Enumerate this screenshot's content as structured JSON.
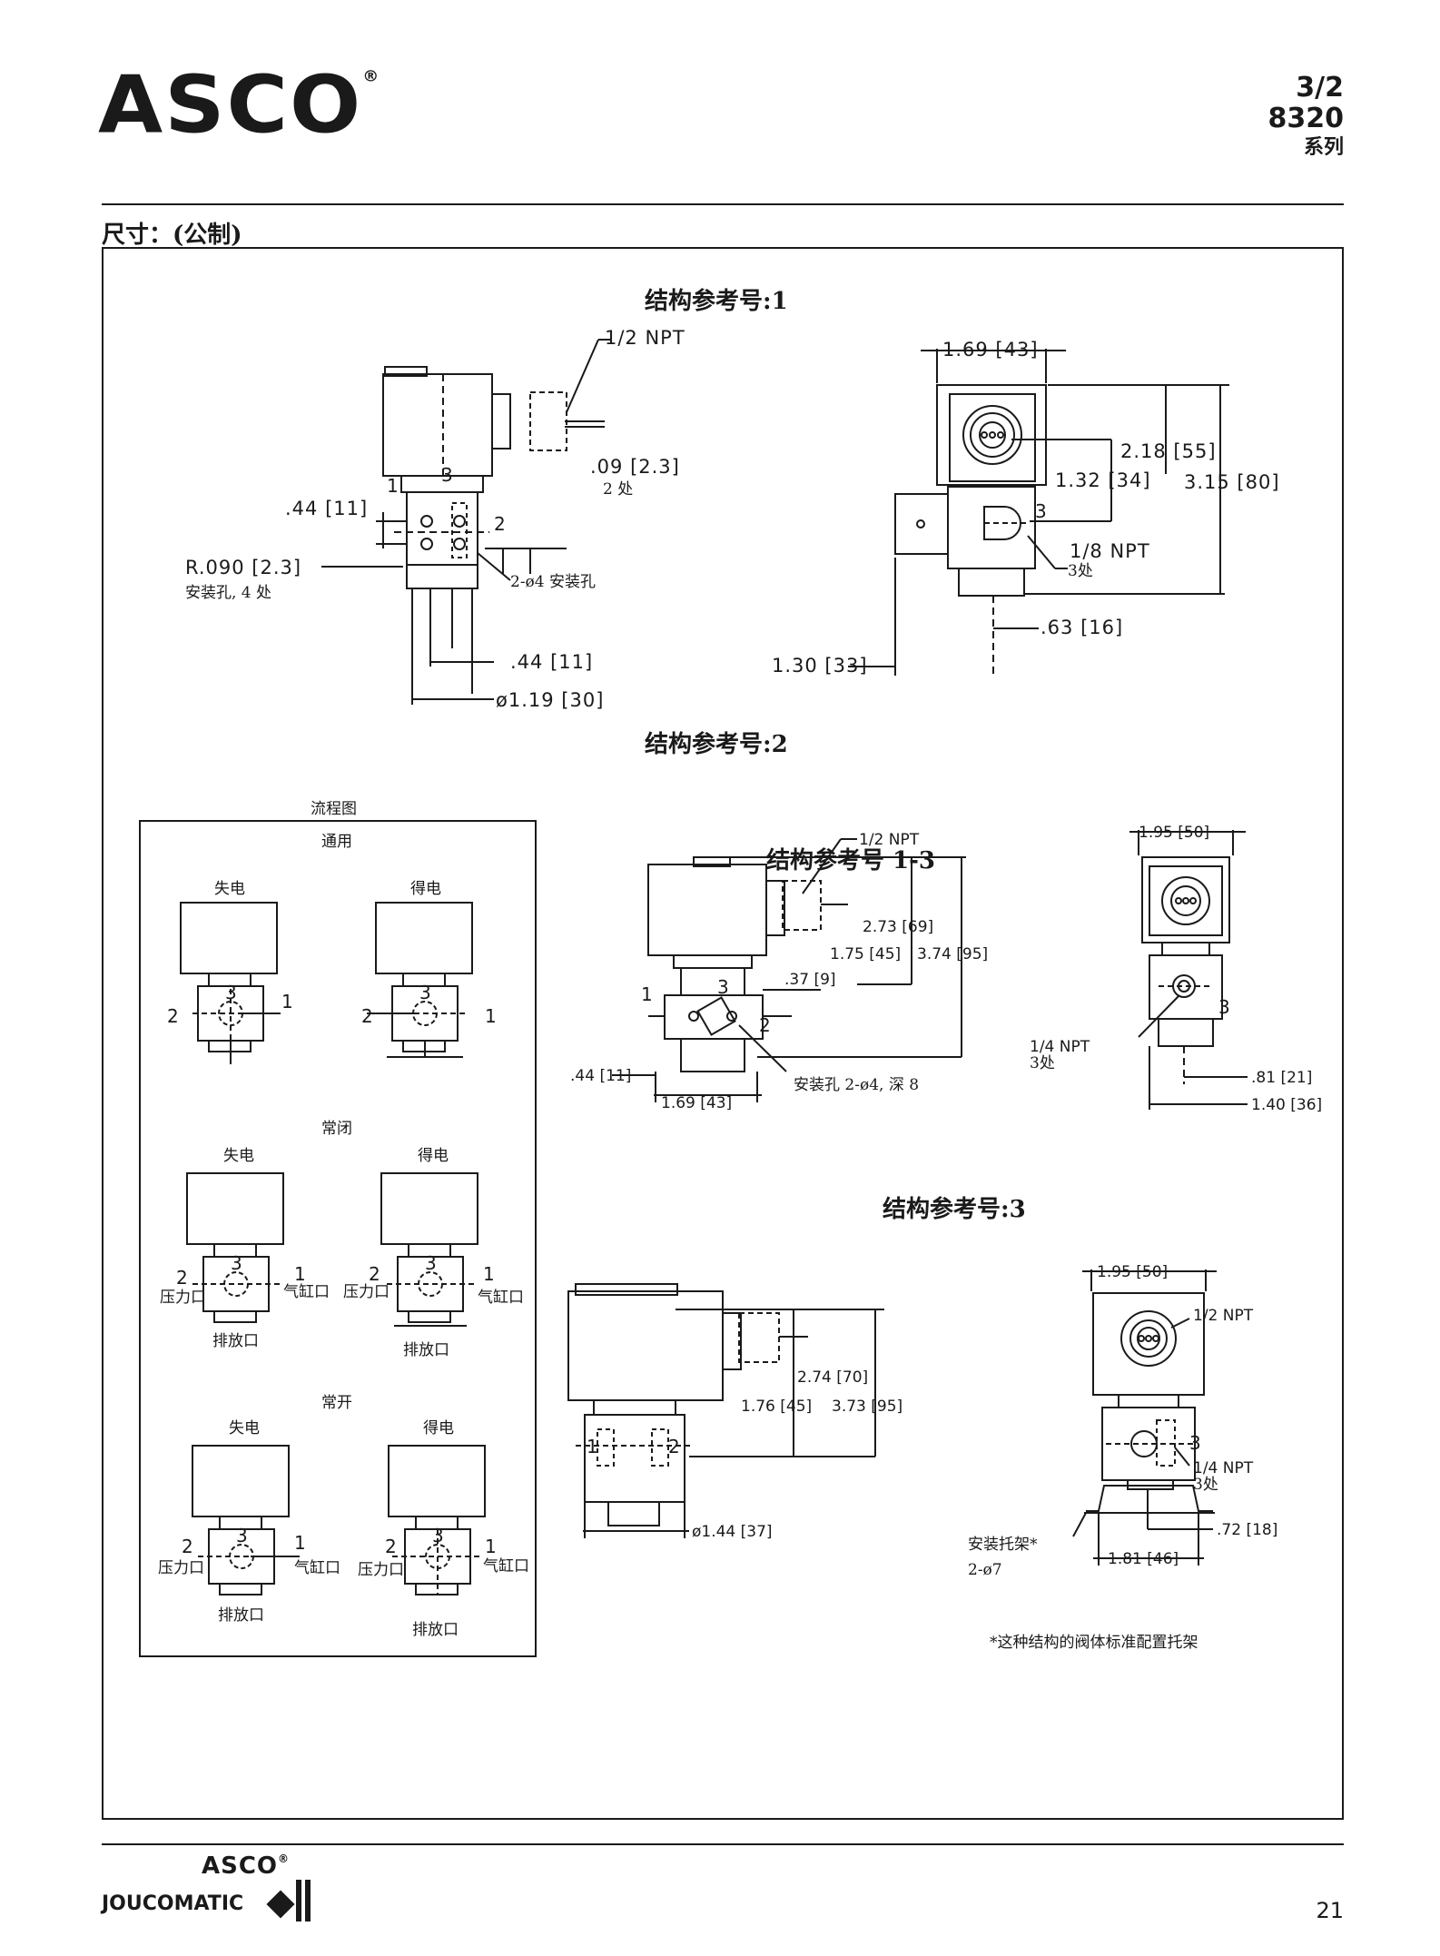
{
  "header": {
    "brand": "ASCO",
    "reg_mark": "®",
    "series_line1": "3/2",
    "series_line2": "8320",
    "series_line3": "系列"
  },
  "heading": "尺寸：(公制)",
  "config1": {
    "title": "结构参考号:1",
    "npt_coil": "1/2  NPT",
    "d_09": ".09 [2.3]",
    "d_09_note": "2 处",
    "d_44a": ".44 [11]",
    "port1": "1",
    "port2": "2",
    "port3": "3",
    "r090": "R.090 [2.3]",
    "r090_note": "安装孔, 4 处",
    "holes": "2-ø4 安装孔",
    "d_44b": ".44 [11]",
    "d_119": "ø1.19 [30]",
    "d_169": "1.69 [43]",
    "d_218": "2.18 [55]",
    "d_132": "1.32 [34]",
    "d_315": "3.15 [80]",
    "npt_port": "1/8 NPT",
    "npt_port_note": "3处",
    "d_063": ".63 [16]",
    "d_130": "1.30 [33]"
  },
  "config2": {
    "title": "结构参考号:2",
    "overlay_title": "结构参考号 1-3",
    "npt_coil": "1/2  NPT",
    "d_273": "2.73 [69]",
    "d_175": "1.75 [45]",
    "d_374": "3.74 [95]",
    "d_37": ".37 [9]",
    "port1": "1",
    "port2": "2",
    "port3": "3",
    "d_44": ".44 [11]",
    "d_169": "1.69 [43]",
    "holes": "安装孔 2-ø4, 深 8",
    "d_195": "1.95 [50]",
    "npt_port": "1/4 NPT",
    "npt_port_note": "3处",
    "d_81": ".81 [21]",
    "d_140": "1.40 [36]"
  },
  "config3": {
    "title": "结构参考号:3",
    "d_274": "2.74 [70]",
    "d_176": "1.76 [45]",
    "d_373": "3.73 [95]",
    "port1": "1",
    "port2": "2",
    "port3": "3",
    "d_144": "ø1.44 [37]",
    "d_195": "1.95 [50]",
    "npt_coil": "1/2  NPT",
    "npt_port": "1/4 NPT",
    "npt_port_note": "3处",
    "bracket": "安装托架*",
    "bracket_holes": "2-ø7",
    "d_72": ".72 [18]",
    "d_181": "1.81 [46]",
    "footnote": "*这种结构的阀体标准配置托架"
  },
  "flow": {
    "title": "流程图",
    "universal": "通用",
    "nc": "常闭",
    "no": "常开",
    "deenergized": "失电",
    "energized": "得电",
    "pressure": "压力口",
    "cylinder": "气缸口",
    "exhaust": "排放口",
    "p1": "1",
    "p2": "2",
    "p3": "3"
  },
  "footer": {
    "asco": "ASCO",
    "reg_mark": "®",
    "joucomatic": "JOUCOMATIC",
    "page_number": "21"
  }
}
